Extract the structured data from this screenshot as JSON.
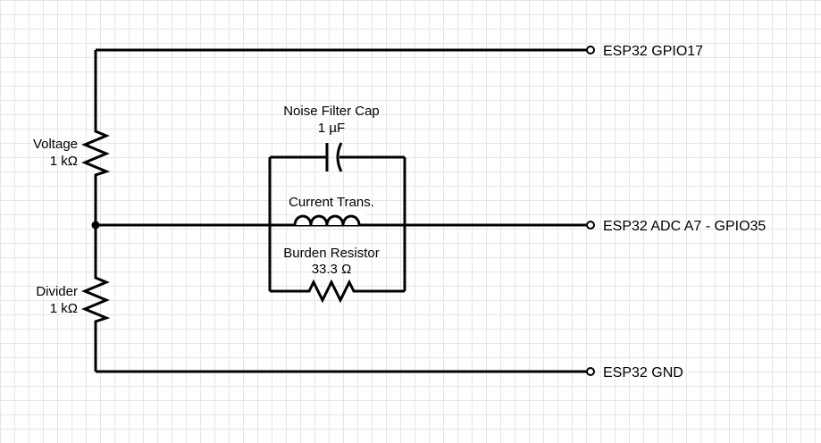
{
  "terminals": {
    "gpio17": "ESP32 GPIO17",
    "adc": "ESP32 ADC A7 - GPIO35",
    "gnd": "ESP32 GND"
  },
  "resistor_top": {
    "name": "Voltage",
    "value": "1 kΩ"
  },
  "resistor_bottom": {
    "name": "Divider",
    "value": "1 kΩ"
  },
  "capacitor": {
    "name": "Noise Filter Cap",
    "value": "1 µF"
  },
  "inductor": {
    "name": "Current Trans."
  },
  "resistor_burden": {
    "name": "Burden Resistor",
    "value": "33.3 Ω"
  }
}
